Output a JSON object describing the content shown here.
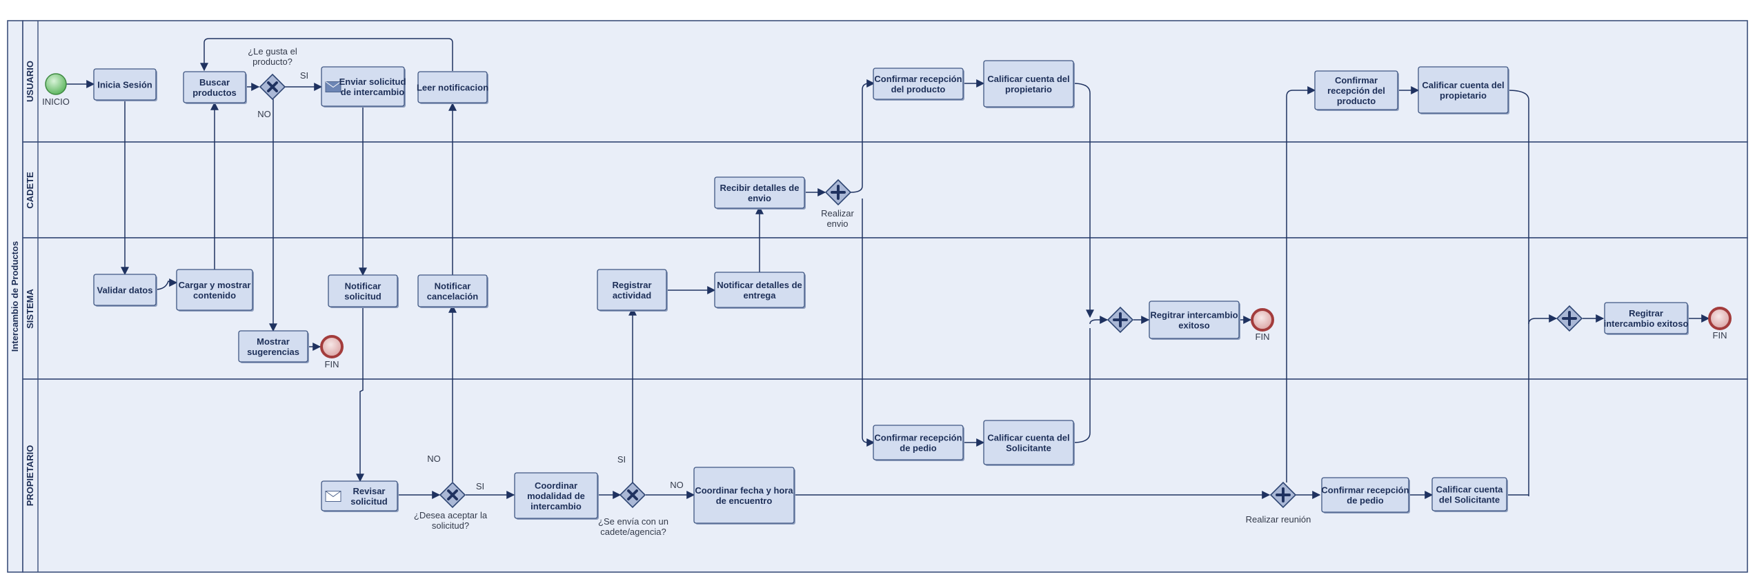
{
  "pool": {
    "title": "Intercambio de Productos"
  },
  "lanes": [
    "USUARIO",
    "CADETE",
    "SISTEMA",
    "PROPIETARIO"
  ],
  "tasks": {
    "inicia_sesion": [
      "Inicia Sesión"
    ],
    "buscar_productos": [
      "Buscar",
      "productos"
    ],
    "enviar_solicitud": [
      "Enviar solicitud",
      "de intercambio"
    ],
    "leer_notificacion": [
      "Leer notificacion"
    ],
    "confirmar_recepcion_producto_1": [
      "Confirmar recepción",
      "del producto"
    ],
    "calificar_propietario_1": [
      "Calificar cuenta del",
      "propietario"
    ],
    "confirmar_recepcion_producto_2": [
      "Confirmar",
      "recepción del",
      "producto"
    ],
    "calificar_propietario_2": [
      "Calificar cuenta del",
      "propietario"
    ],
    "recibir_detalles_envio": [
      "Recibir detalles de",
      "envio"
    ],
    "validar_datos": [
      "Validar datos"
    ],
    "cargar_mostrar": [
      "Cargar y mostrar",
      "contenido"
    ],
    "notificar_solicitud": [
      "Notificar",
      "solicitud"
    ],
    "notificar_cancelacion": [
      "Notificar",
      "cancelación"
    ],
    "mostrar_sugerencias": [
      "Mostrar",
      "sugerencias"
    ],
    "registrar_actividad": [
      "Registrar",
      "actividad"
    ],
    "notificar_detalles_entrega": [
      "Notificar detalles de",
      "entrega"
    ],
    "registrar_exitoso_1": [
      "Regitrar intercambio",
      "exitoso"
    ],
    "registrar_exitoso_2": [
      "Regitrar",
      "intercambio exitoso"
    ],
    "revisar_solicitud": [
      "Revisar",
      "solicitud"
    ],
    "coordinar_modalidad": [
      "Coordinar",
      "modalidad de",
      "intercambio"
    ],
    "coordinar_fecha": [
      "Coordinar fecha y hora",
      "de encuentro"
    ],
    "confirmar_recepcion_pedio_1": [
      "Confirmar recepción",
      "de pedio"
    ],
    "calificar_solicitante_1": [
      "Calificar cuenta del",
      "Solicitante"
    ],
    "confirmar_recepcion_pedio_2": [
      "Confirmar recepción",
      "de pedio"
    ],
    "calificar_solicitante_2": [
      "Calificar cuenta",
      "del Solicitante"
    ]
  },
  "events": {
    "inicio": "INICIO",
    "fin": "FIN"
  },
  "gateways": {
    "le_gusta": [
      "¿Le gusta el",
      "producto?"
    ],
    "desea_aceptar": [
      "¿Desea aceptar la",
      "solicitud?"
    ],
    "se_envia": [
      "¿Se envía con un",
      "cadete/agencia?"
    ],
    "realizar_envio": [
      "Realizar",
      "envio"
    ],
    "realizar_reunion": [
      "Realizar reunión"
    ]
  },
  "flow_labels": {
    "si": "SI",
    "no": "NO"
  },
  "colors": {
    "lane_fill": "#e9eef8",
    "border": "#3b4f7a",
    "task_fill": "#d3ddf0",
    "start_event": "#7ccf7c",
    "end_event": "#c98282"
  }
}
